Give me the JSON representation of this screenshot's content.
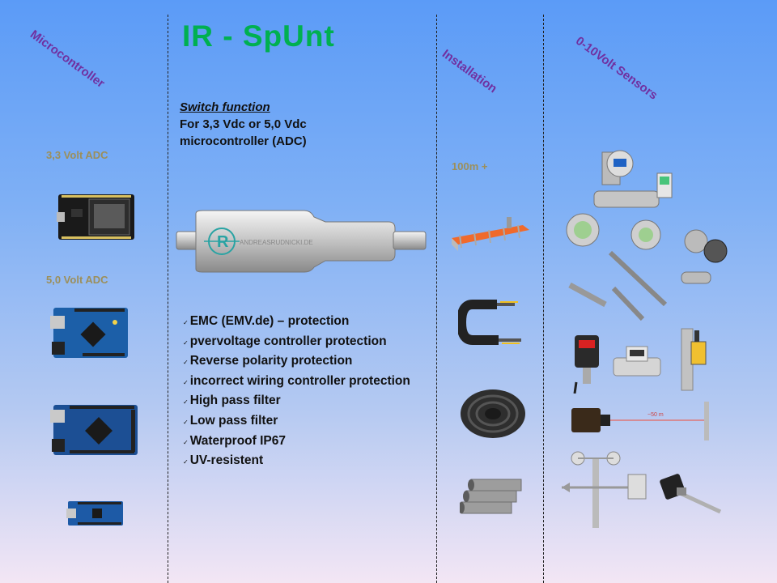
{
  "title": "IR - SpUnt",
  "headers": {
    "microcontroller": "Microcontroller",
    "installation": "Installation",
    "sensors": "0-10Volt Sensors"
  },
  "adc": {
    "v33": "3,3 Volt ADC",
    "v50": "5,0 Volt ADC"
  },
  "switch": {
    "heading": "Switch function",
    "line1": "For 3,3 Vdc or 5,0 Vdc",
    "line2": "microcontroller (ADC)"
  },
  "features": [
    "EMC (EMV.de) – protection",
    "pvervoltage controller protection",
    "Reverse polarity protection",
    "incorrect wiring controller protection",
    "High pass filter",
    "Low pass filter",
    "Waterproof IP67",
    "UV-resistent"
  ],
  "check_mark": "✓",
  "installation": {
    "length": "100m +"
  },
  "device_logo": "R",
  "device_label": "ANDREASRUDNICKI.DE",
  "sensor_distance": "~50 m",
  "colors": {
    "title": "#00b050",
    "headers": "#7030a0",
    "adc_labels": "#9c8f5a"
  }
}
